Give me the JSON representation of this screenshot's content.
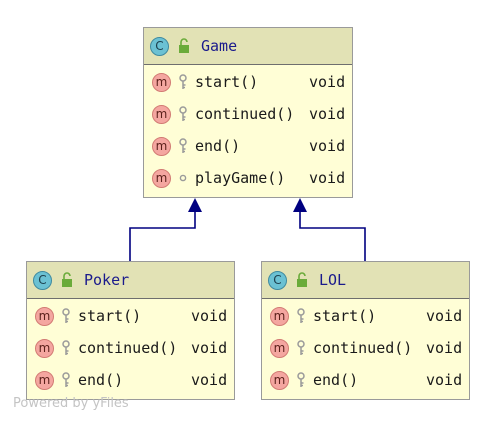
{
  "classes": [
    {
      "id": "game",
      "name": "Game",
      "kind_badge": "C",
      "members": [
        {
          "badge": "m",
          "visibility": "key-icon",
          "name": "start()",
          "type": "void"
        },
        {
          "badge": "m",
          "visibility": "key-icon",
          "name": "continued()",
          "type": "void"
        },
        {
          "badge": "m",
          "visibility": "key-icon",
          "name": "end()",
          "type": "void"
        },
        {
          "badge": "m",
          "visibility": "circle-icon",
          "name": "playGame()",
          "type": "void"
        }
      ]
    },
    {
      "id": "poker",
      "name": "Poker",
      "kind_badge": "C",
      "members": [
        {
          "badge": "m",
          "visibility": "key-icon",
          "name": "start()",
          "type": "void"
        },
        {
          "badge": "m",
          "visibility": "key-icon",
          "name": "continued()",
          "type": "void"
        },
        {
          "badge": "m",
          "visibility": "key-icon",
          "name": "end()",
          "type": "void"
        }
      ]
    },
    {
      "id": "lol",
      "name": "LOL",
      "kind_badge": "C",
      "members": [
        {
          "badge": "m",
          "visibility": "key-icon",
          "name": "start()",
          "type": "void"
        },
        {
          "badge": "m",
          "visibility": "key-icon",
          "name": "continued()",
          "type": "void"
        },
        {
          "badge": "m",
          "visibility": "key-icon",
          "name": "end()",
          "type": "void"
        }
      ]
    }
  ],
  "edges": [
    {
      "from": "poker",
      "to": "game",
      "relation": "inheritance"
    },
    {
      "from": "lol",
      "to": "game",
      "relation": "inheritance"
    }
  ],
  "colors": {
    "header": "#e2e2b5",
    "body": "#fffed6",
    "class_name": "#1a1a8c",
    "edge": "#000080",
    "class_badge": "#6bc1d3",
    "method_badge": "#f4a6a0",
    "lock": "#6aab3a"
  },
  "watermark": "Powered by yFiles"
}
